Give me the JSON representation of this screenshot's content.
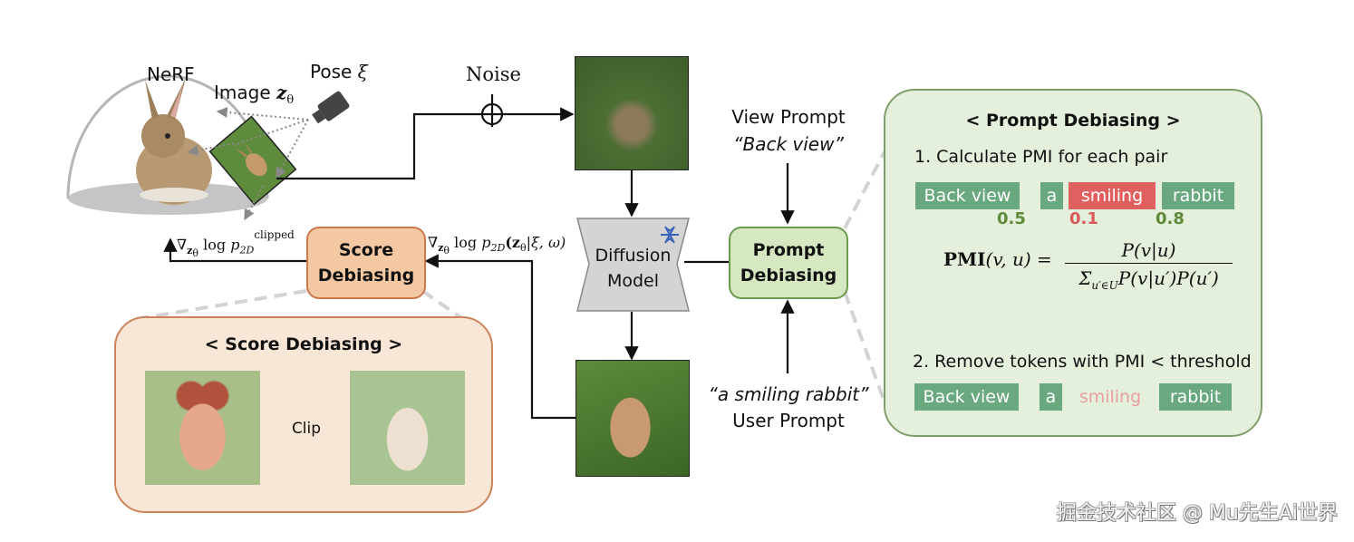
{
  "labels": {
    "nerf": "NeRF",
    "image": "Image",
    "image_var": "z",
    "image_sub": "θ",
    "pose": "Pose",
    "pose_var": "ξ",
    "noise": "Noise",
    "view_prompt_title": "View Prompt",
    "view_prompt_value": "“Back view”",
    "user_prompt_value": "“a smiling rabbit”",
    "user_prompt_title": "User Prompt"
  },
  "math": {
    "grad_clipped": {
      "nabla": "∇",
      "sub": "z",
      "subsub": "θ",
      "log": "log",
      "p": "p",
      "psub": "2D",
      "sup": "clipped"
    },
    "grad_full": {
      "nabla": "∇",
      "sub": "z",
      "subsub": "θ",
      "log": "log",
      "p": "p",
      "psub": "2D",
      "args": "(z",
      "argsub": "θ",
      "rest": "|ξ, ω)"
    }
  },
  "blocks": {
    "score_debiasing": [
      "Score",
      "Debiasing"
    ],
    "diffusion_model": [
      "Diffusion",
      "Model"
    ],
    "prompt_debiasing": [
      "Prompt",
      "Debiasing"
    ]
  },
  "score_panel": {
    "title": "< Score Debiasing >",
    "arrow_label": "Clip"
  },
  "prompt_panel": {
    "title": "< Prompt Debiasing >",
    "step1": "1. Calculate PMI for each pair",
    "tokens": [
      "Back view",
      "a",
      "smiling",
      "rabbit"
    ],
    "pmi_values": [
      "0.5",
      "0.1",
      "0.8"
    ],
    "formula": {
      "lhs": "PMI",
      "lhs_args": "(v, u) =",
      "numerator": "P(v|u)",
      "denominator_sigma": "Σ",
      "denominator_sub": "u′∈U",
      "denominator_rest": "P(v|u′)P(u′)"
    },
    "step2": "2. Remove tokens with PMI < threshold",
    "result_tokens": [
      "Back view",
      "a",
      "smiling",
      "rabbit"
    ]
  },
  "colors": {
    "token_green": "#6aa97f",
    "token_red": "#e05f5f",
    "score_fill": "#f3c8a3",
    "prompt_fill": "#d5e8c2",
    "snowflake": "#3a62b8"
  },
  "watermark": "掘金技术社区 @ Mu先生Ai世界"
}
